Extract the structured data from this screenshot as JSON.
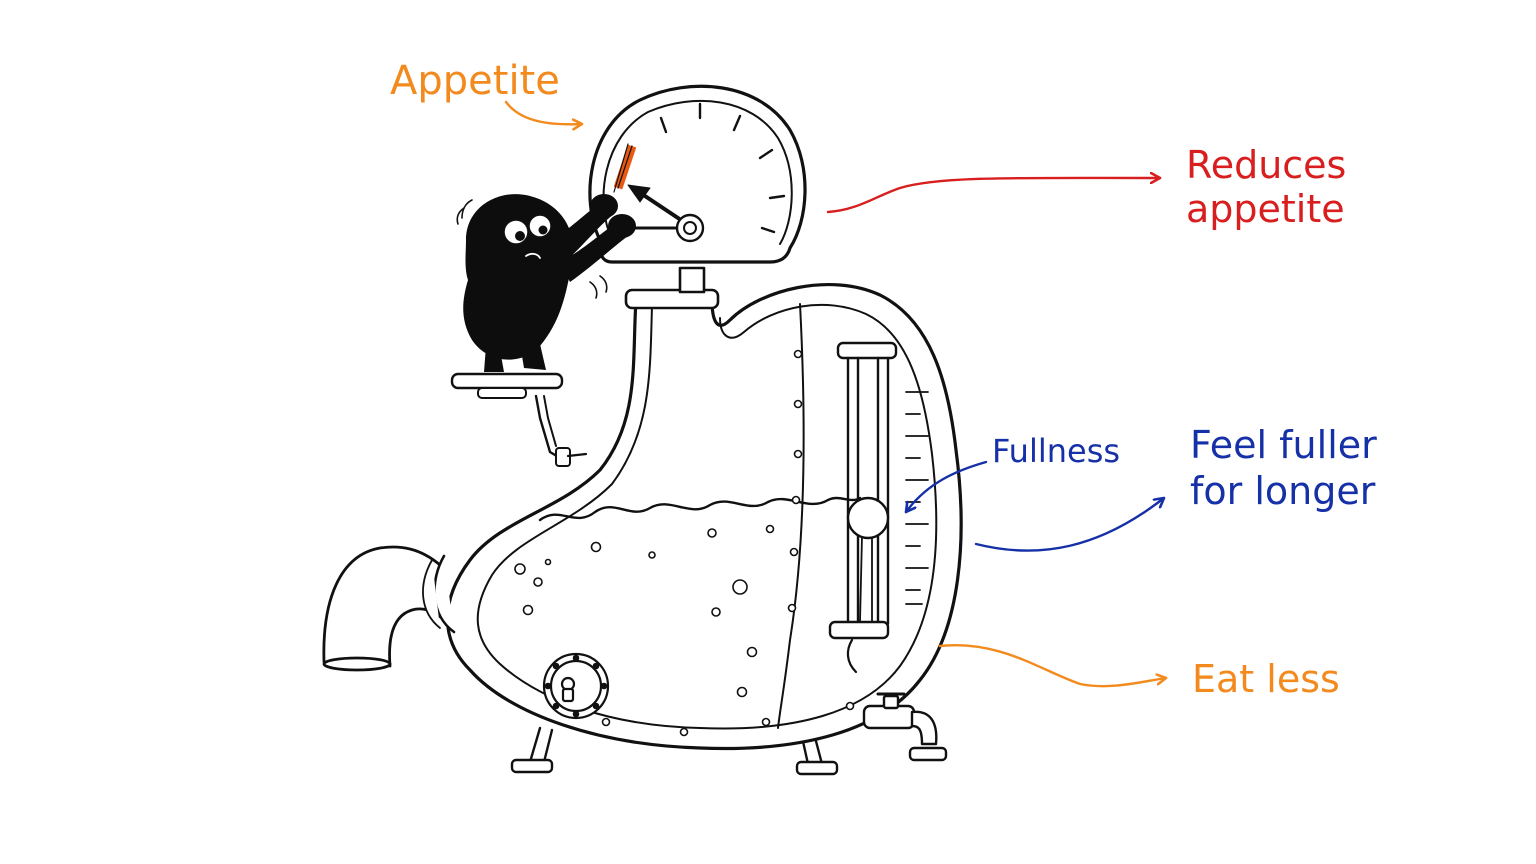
{
  "labels": {
    "appetite": "Appetite",
    "reduces_line1": "Reduces",
    "reduces_line2": "appetite",
    "fullness": "Fullness",
    "feel_line1": "Feel fuller",
    "feel_line2": "for longer",
    "eat_less": "Eat less"
  },
  "colors": {
    "orange": "#f28a1e",
    "red": "#d81e1e",
    "blue": "#1630a8",
    "ink": "#111111",
    "gauge_arc": "#e85a12"
  },
  "icons": {
    "character": "little-black-blob-character",
    "gauge": "appetite-dial-gauge",
    "stomach": "stomach-machine",
    "float_gauge": "fullness-float-gauge",
    "tap": "drain-tap",
    "hatch": "bolted-porthole-hatch",
    "pipe": "curved-inlet-pipe",
    "stool": "platform-stool"
  }
}
